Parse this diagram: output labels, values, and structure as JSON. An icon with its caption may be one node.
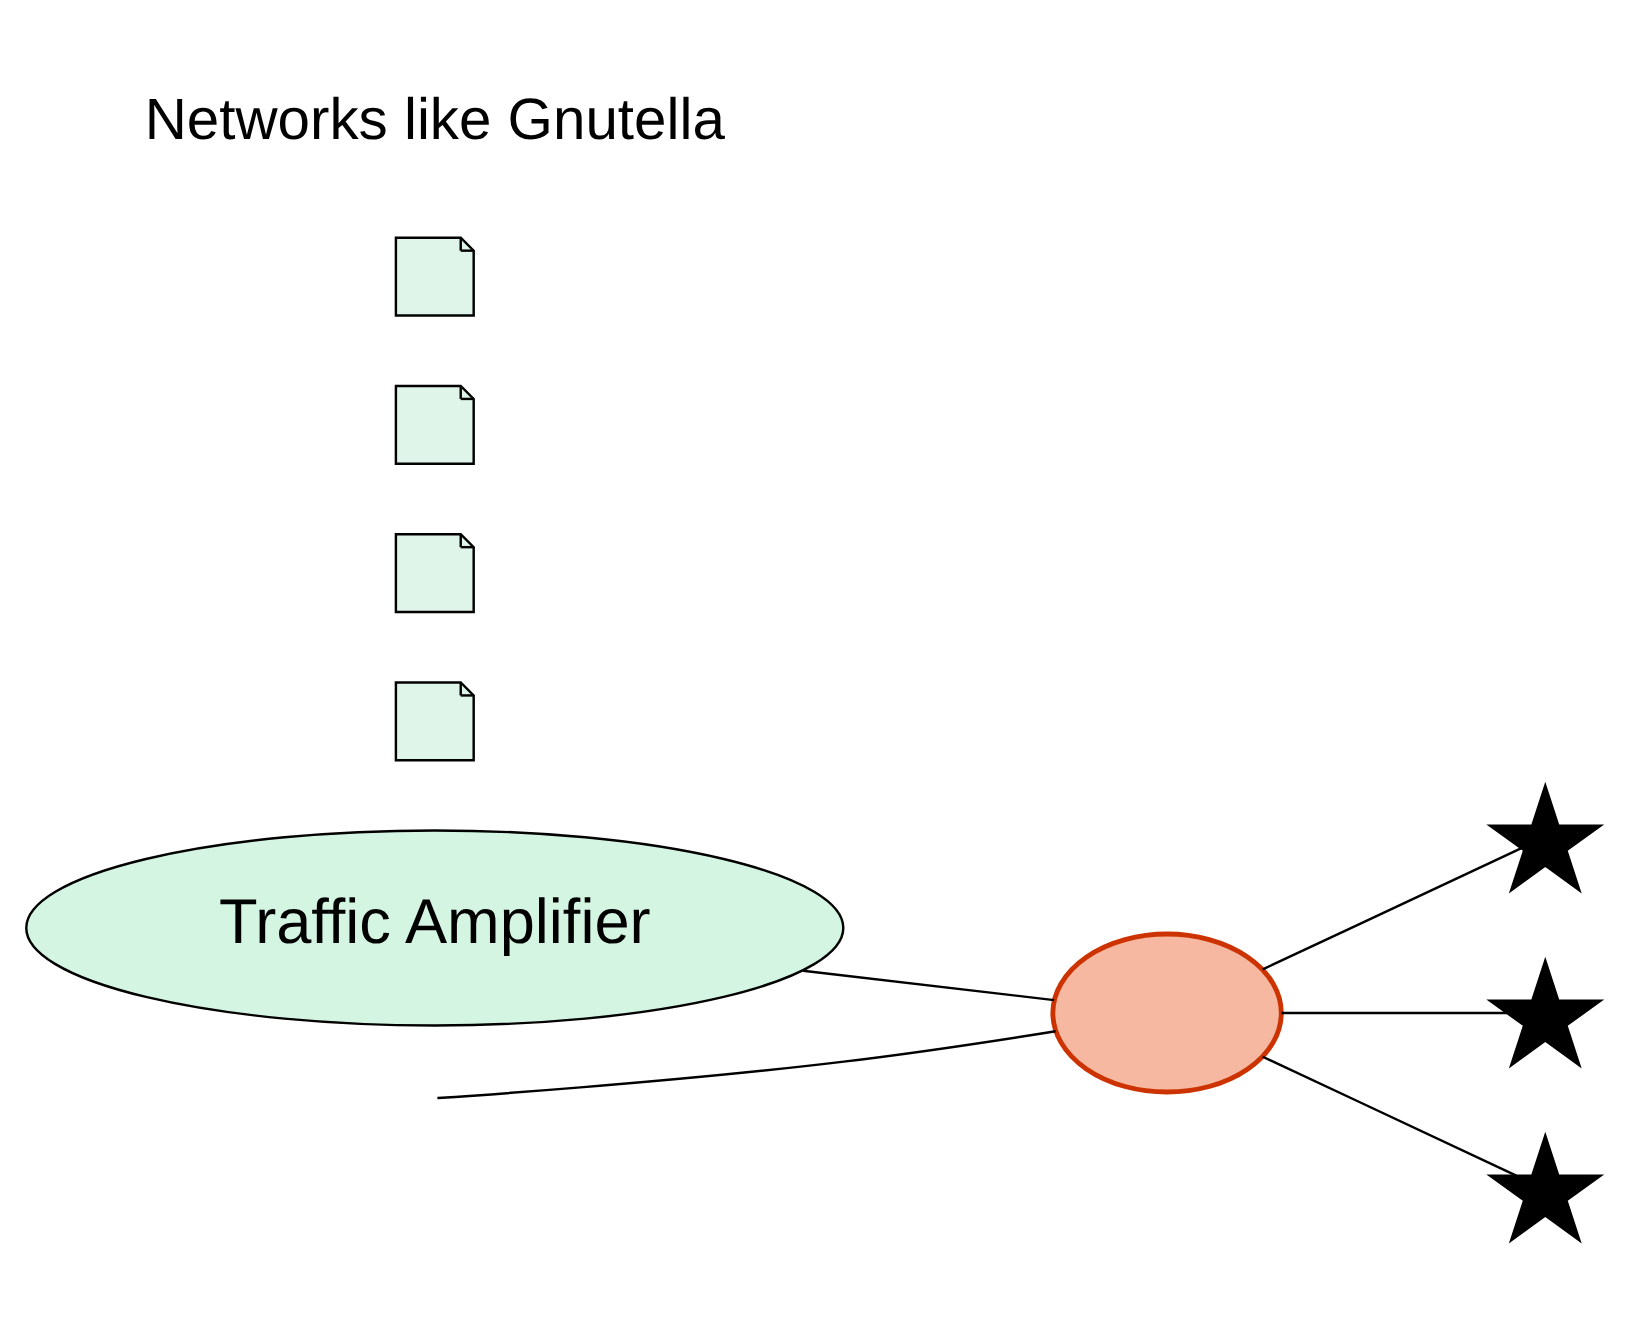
{
  "diagram": {
    "nodes": [
      {
        "text": [
          "Traffic Amplifier"
        ]
      },
      {
        "text": [],
        "shape": "circle"
      },
      {
        "text": [],
        "shape": "star"
      },
      {
        "text": [],
        "shape": "star"
      },
      {
        "text": [],
        "shape": "star"
      },
      {
        "text": [],
        "shape": "note"
      },
      {
        "text": [],
        "shape": "note"
      },
      {
        "text": [],
        "shape": "note"
      },
      {
        "text": [],
        "shape": "note"
      }
    ],
    "edges": [
      {
        "from": 0,
        "to": 1,
        "arrow": "none"
      },
      {
        "from": null,
        "to": 1,
        "arrow": "none"
      },
      {
        "from": 1,
        "to": 2,
        "arrow": "none"
      },
      {
        "from": 1,
        "to": 3,
        "arrow": "none"
      },
      {
        "from": 1,
        "to": 4,
        "arrow": "none"
      }
    ],
    "labels": [
      "Networks like Gnutella"
    ]
  }
}
